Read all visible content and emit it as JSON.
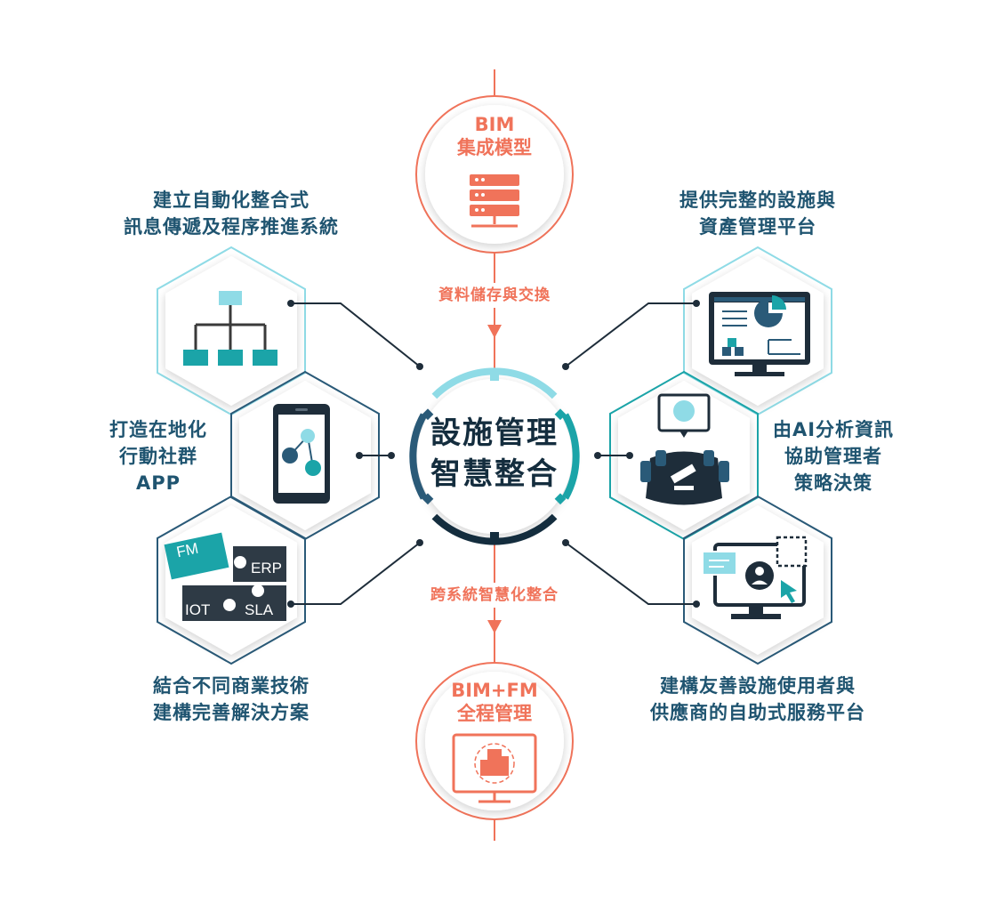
{
  "center": {
    "line1": "設施管理",
    "line2": "智慧整合"
  },
  "top_circle": {
    "line1": "BIM",
    "line2": "集成模型",
    "icon": "server-icon"
  },
  "bottom_circle": {
    "line1": "BIM+FM",
    "line2": "全程管理",
    "icon": "building-lifecycle-monitor-icon"
  },
  "connector_top": "資料儲存與交換",
  "connector_bottom": "跨系統智慧化整合",
  "left": [
    {
      "lines": [
        "建立自動化整合式",
        "訊息傳遞及程序推進系統"
      ],
      "icon": "org-chart-icon"
    },
    {
      "lines": [
        "打造在地化",
        "行動社群",
        "APP"
      ],
      "icon": "mobile-social-app-icon"
    },
    {
      "lines": [
        "結合不同商業技術",
        "建構完善解決方案"
      ],
      "icon": "puzzle-integration-icon",
      "puzzle": [
        "FM",
        "ERP",
        "IOT",
        "SLA"
      ]
    }
  ],
  "right": [
    {
      "lines": [
        "提供完整的設施與",
        "資產管理平台"
      ],
      "icon": "dashboard-monitor-icon"
    },
    {
      "lines": [
        "由AI分析資訊",
        "協助管理者",
        "策略決策"
      ],
      "icon": "ai-meeting-decision-icon"
    },
    {
      "lines": [
        "建構友善設施使用者與",
        "供應商的自助式服務平台"
      ],
      "icon": "self-service-monitor-icon"
    }
  ],
  "colors": {
    "navy": "#1f5470",
    "dark": "#142d3e",
    "teal": "#1ba4a8",
    "cyan": "#7ed3df",
    "orange": "#f0735a",
    "hexlight": "#8fdbe6",
    "hexdark": "#2a5a78"
  }
}
